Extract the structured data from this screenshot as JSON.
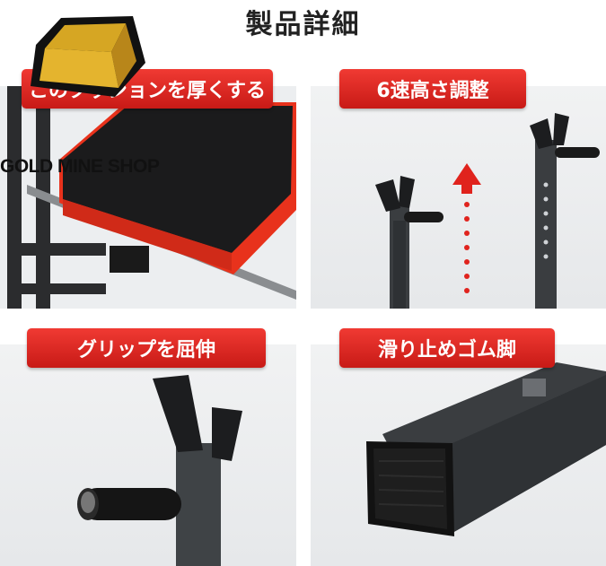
{
  "page": {
    "title": "製品詳細"
  },
  "panels": [
    {
      "banner": "このクッションを厚くする"
    },
    {
      "banner": "6速高さ調整"
    },
    {
      "banner": "グリップを屈伸"
    },
    {
      "banner": "滑り止めゴム脚"
    }
  ],
  "watermark": {
    "shop_name": "GOLD MINE SHOP",
    "logo_icon": "gold-bar-icon"
  },
  "colors": {
    "banner_red": "#e0231d",
    "frame_dark": "#2b2c2e",
    "cushion_red": "#e8321c"
  }
}
